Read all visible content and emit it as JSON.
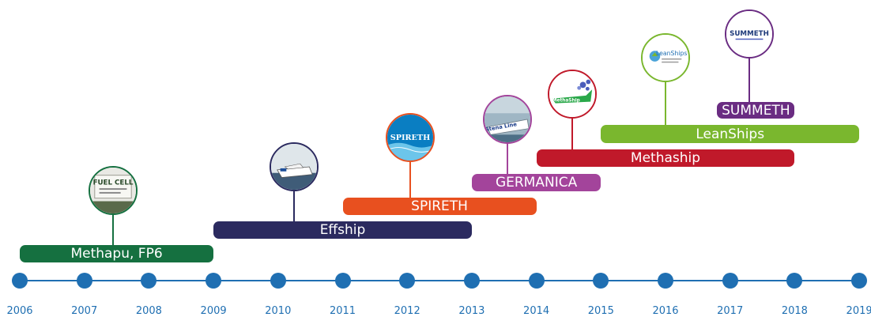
{
  "timeline": {
    "line_color": "#1f6fb2",
    "years": [
      "2006",
      "2007",
      "2008",
      "2009",
      "2010",
      "2011",
      "2012",
      "2013",
      "2014",
      "2015",
      "2016",
      "2017",
      "2018",
      "2019"
    ]
  },
  "projects": [
    {
      "label": "Methapu, FP6",
      "start": 2006,
      "end": 2009,
      "color": "#157040",
      "logo_year": 2007.45,
      "logo": "fuel-cell-photo",
      "logo_text": "FUEL CELL"
    },
    {
      "label": "Effship",
      "start": 2009,
      "end": 2013,
      "color": "#2b2a5f",
      "logo_year": 2010.25,
      "logo": "ship-photo",
      "logo_text": ""
    },
    {
      "label": "SPIRETH",
      "start": 2011,
      "end": 2014,
      "color": "#e8501f",
      "logo_year": 2012.05,
      "logo": "spireth-logo",
      "logo_text": "SPIRETH"
    },
    {
      "label": "GERMANICA",
      "start": 2013,
      "end": 2015,
      "color": "#a3449b",
      "logo_year": 2013.55,
      "logo": "stena-line-photo",
      "logo_text": "Stena Line"
    },
    {
      "label": "Methaship",
      "start": 2014,
      "end": 2018,
      "color": "#c0192a",
      "logo_year": 2014.55,
      "logo": "methaship-logo",
      "logo_text": "MethaShip"
    },
    {
      "label": "LeanShips",
      "start": 2015,
      "end": 2019,
      "color": "#7ab72e",
      "logo_year": 2016.0,
      "logo": "leanships-logo",
      "logo_text": "LeanShips"
    },
    {
      "label": "SUMMETH",
      "start": 2016.8,
      "end": 2018,
      "color": "#6a2c82",
      "logo_year": 2017.3,
      "logo": "summeth-logo",
      "logo_text": "SUMMETH"
    }
  ]
}
